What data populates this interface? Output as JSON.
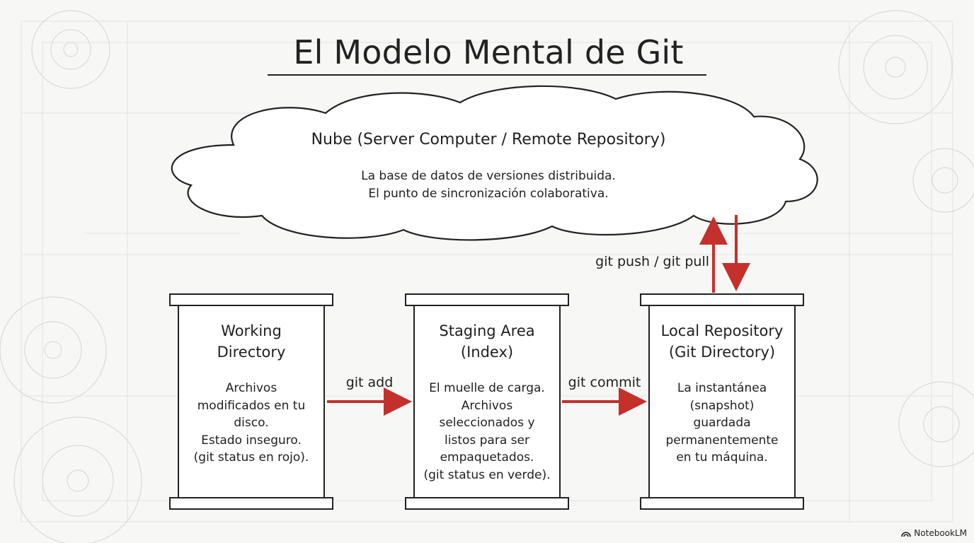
{
  "title": "El Modelo Mental de Git",
  "cloud": {
    "title": "Nube (Server Computer / Remote Repository)",
    "lines": [
      "La base de datos de versiones distribuida.",
      "El punto de sincronización colaborativa."
    ]
  },
  "boxes": [
    {
      "title_lines": [
        "Working",
        "Directory"
      ],
      "desc_lines": [
        "Archivos",
        "modificados en tu",
        "disco.",
        "Estado inseguro.",
        "(git status en rojo)."
      ]
    },
    {
      "title_lines": [
        "Staging Area",
        "(Index)"
      ],
      "desc_lines": [
        "El muelle de carga.",
        "Archivos",
        "seleccionados y",
        "listos para ser",
        "empaquetados.",
        "(git status en verde)."
      ]
    },
    {
      "title_lines": [
        "Local Repository",
        "(Git Directory)"
      ],
      "desc_lines": [
        "La instantánea",
        "(snapshot)",
        "guardada",
        "permanentemente",
        "en tu máquina."
      ]
    }
  ],
  "arrows": {
    "add_label": "git add",
    "commit_label": "git commit",
    "push_pull_label": "git push / git pull"
  },
  "footer": {
    "brand": "NotebookLM"
  },
  "colors": {
    "arrow": "#c4302b",
    "ink": "#1f1f1f",
    "paper": "#ffffff",
    "background": "#f7f7f6"
  }
}
